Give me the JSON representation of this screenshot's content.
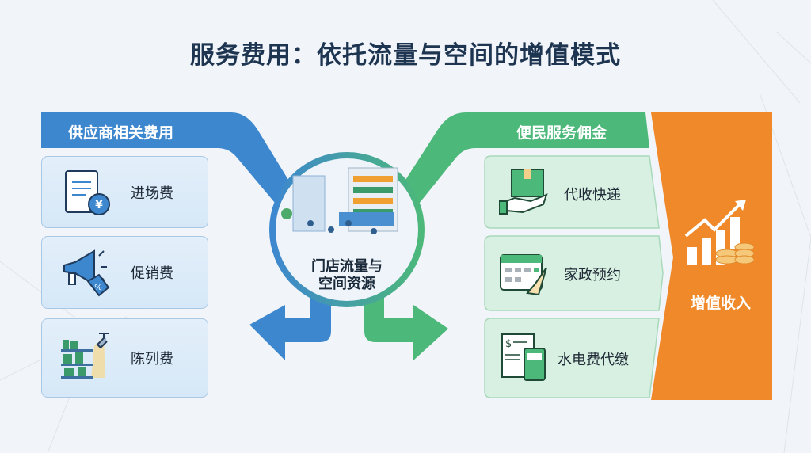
{
  "title": "服务费用：依托流量与空间的增值模式",
  "left": {
    "header": "供应商相关费用",
    "items": [
      {
        "label": "进场费",
        "icon": "contract-yen-icon"
      },
      {
        "label": "促销费",
        "icon": "megaphone-tag-icon"
      },
      {
        "label": "陈列费",
        "icon": "shelf-spotlight-icon"
      }
    ]
  },
  "center": {
    "line1": "门店流量与",
    "line2": "空间资源"
  },
  "right": {
    "header": "便民服务佣金",
    "items": [
      {
        "label": "代收快递",
        "icon": "package-hand-icon"
      },
      {
        "label": "家政预约",
        "icon": "calendar-broom-icon"
      },
      {
        "label": "水电费代缴",
        "icon": "bill-pos-icon"
      }
    ]
  },
  "result": {
    "label": "增值收入",
    "icon": "growth-chart-coins-icon"
  },
  "colors": {
    "blue": "#3d87cf",
    "green": "#4cb87a",
    "orange": "#f0892a",
    "title": "#1e3552"
  }
}
